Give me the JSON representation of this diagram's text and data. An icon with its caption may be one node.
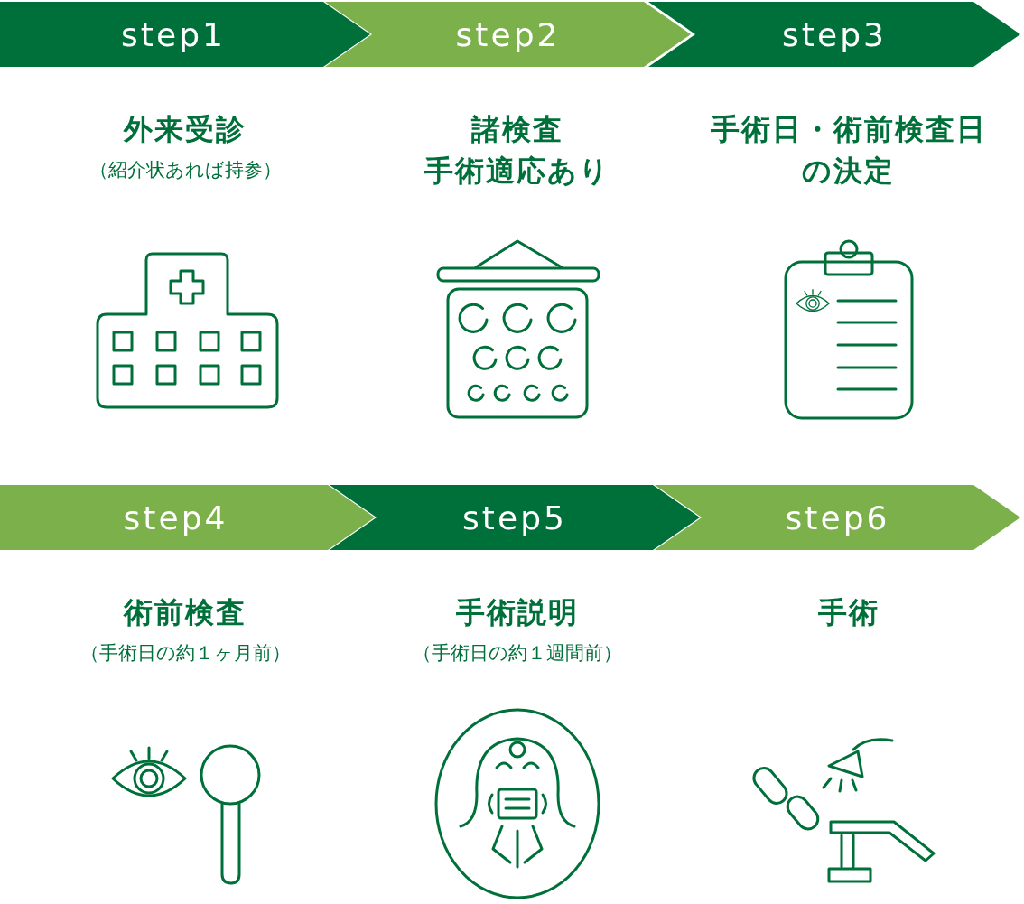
{
  "diagram": {
    "nodes": [
      {
        "text": [
          "step1"
        ],
        "beside": [
          "外来受診",
          "（紹介状あれば持参）"
        ]
      },
      {
        "text": [
          "step2"
        ],
        "beside": [
          "諸検査",
          "手術適応あり"
        ]
      },
      {
        "text": [
          "step3"
        ],
        "beside": [
          "手術日・術前検査日の決定"
        ]
      },
      {
        "text": [
          "step4"
        ],
        "beside": [
          "術前検査",
          "（手術日の約１ヶ月前）"
        ]
      },
      {
        "text": [
          "step5"
        ],
        "beside": [
          "手術説明",
          "（手術日の約１週間前）"
        ]
      },
      {
        "text": [
          "step6"
        ],
        "beside": [
          "手術"
        ]
      }
    ]
  }
}
